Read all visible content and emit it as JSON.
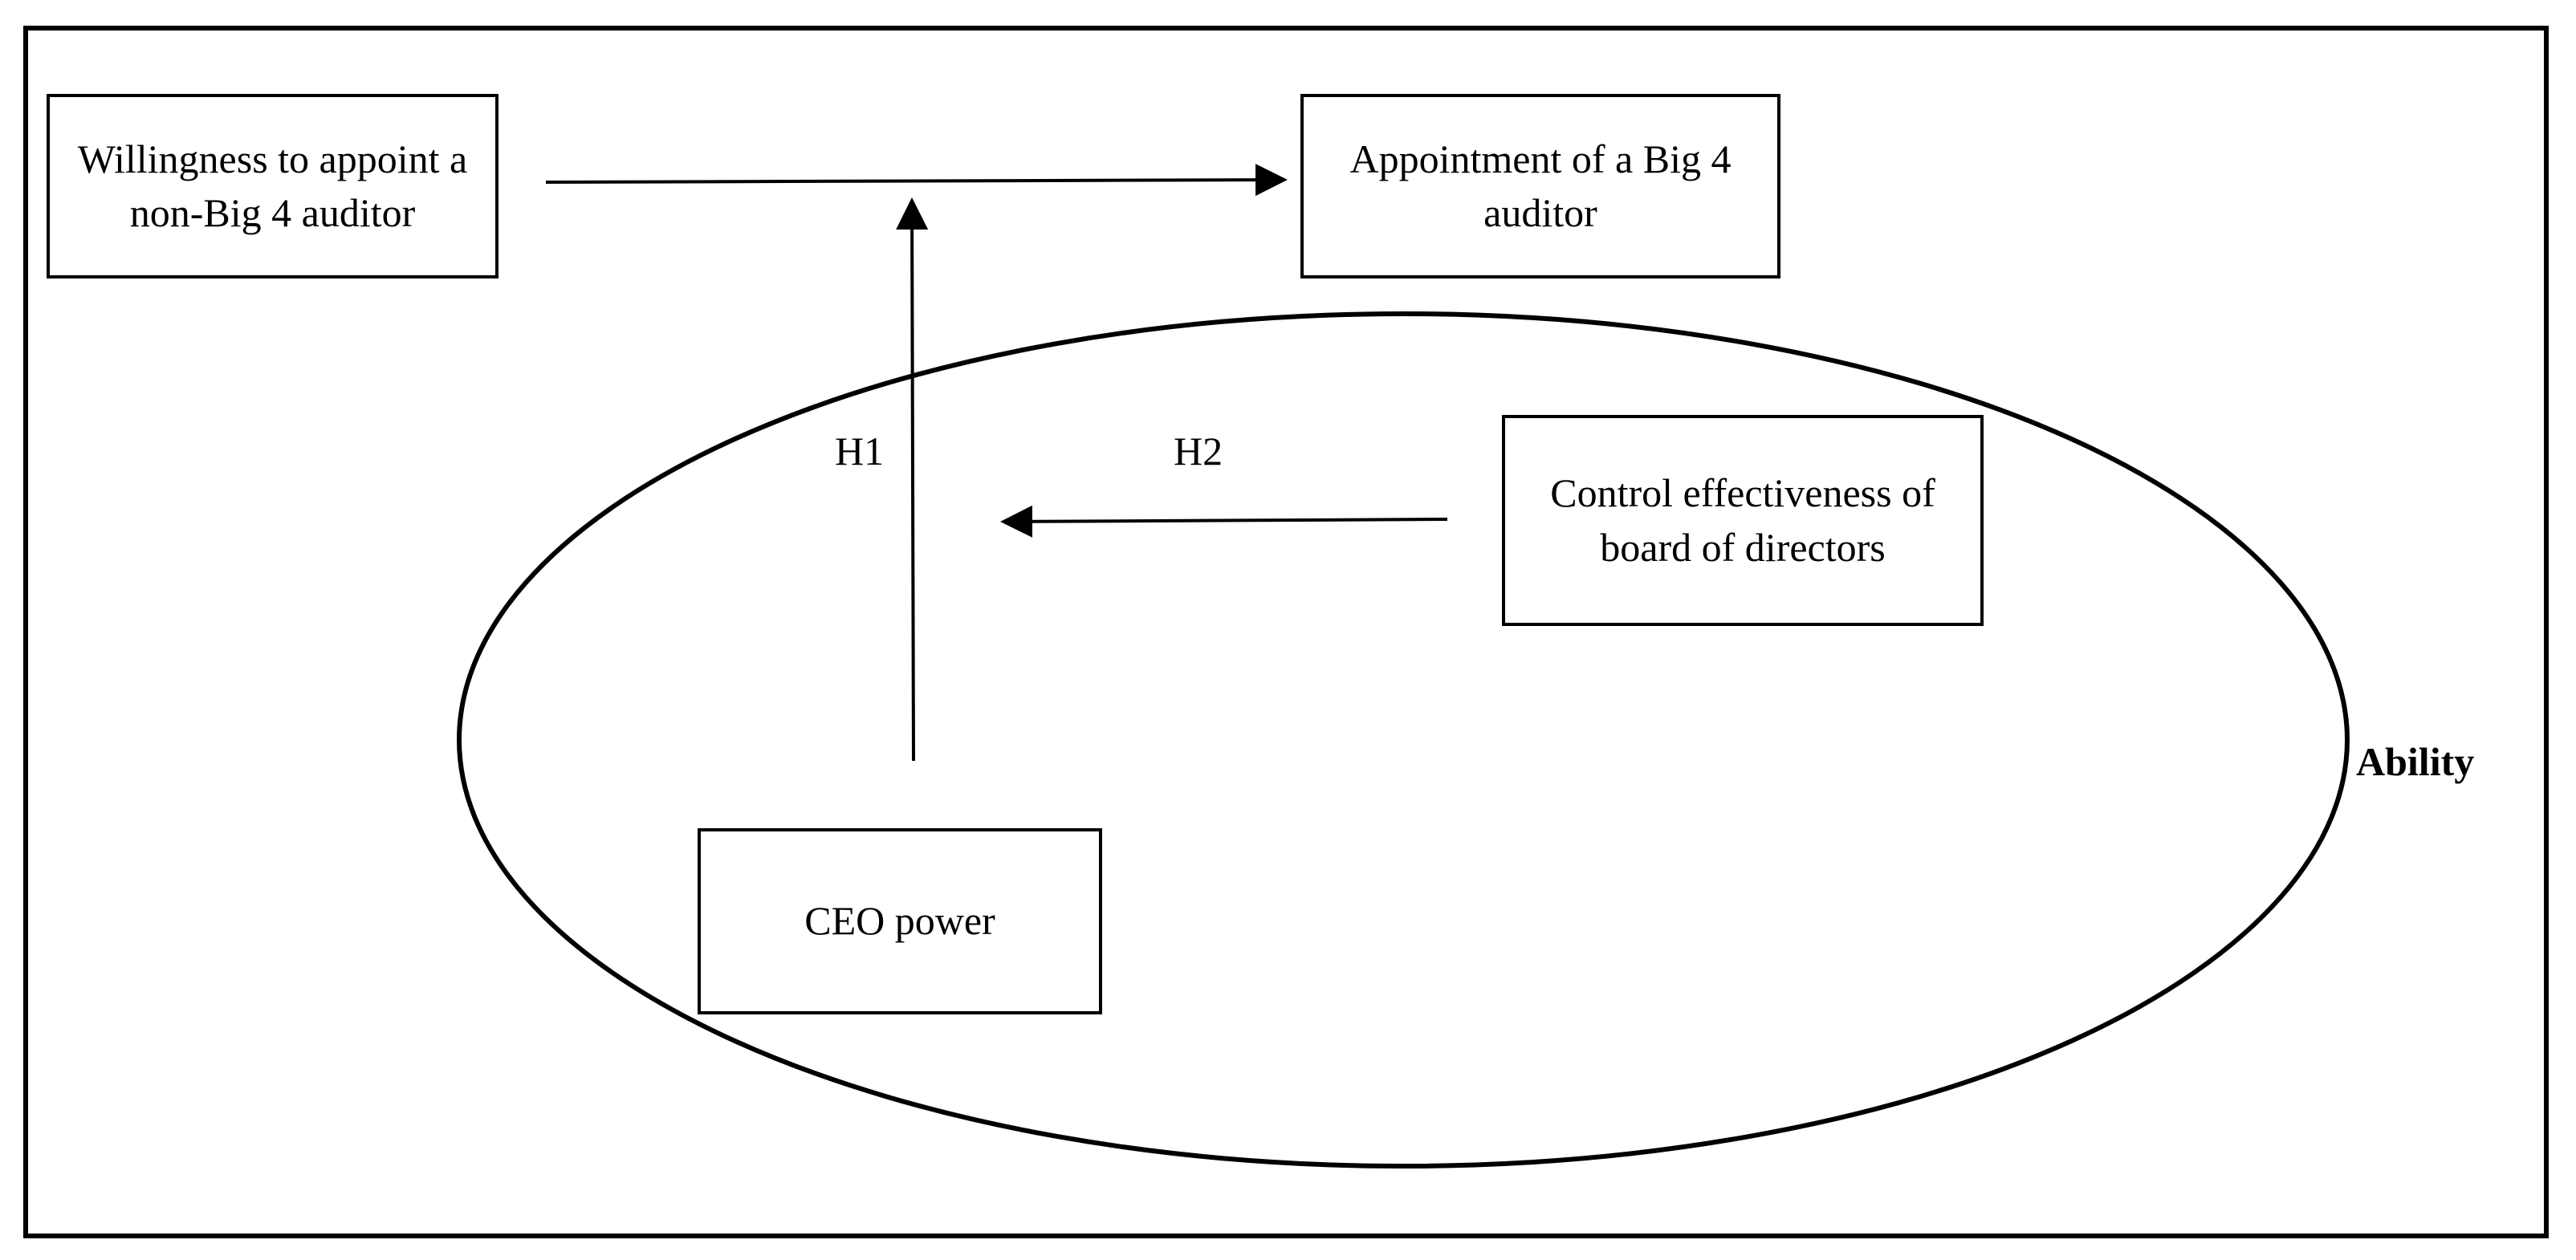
{
  "nodes": {
    "willingness": "Willingness to appoint a non-Big 4 auditor",
    "appointment": "Appointment of a Big 4 auditor",
    "control": "Control effectiveness of board of directors",
    "ceo": "CEO power"
  },
  "hypotheses": {
    "h1": "H1",
    "h2": "H2"
  },
  "region_label": "Ability"
}
